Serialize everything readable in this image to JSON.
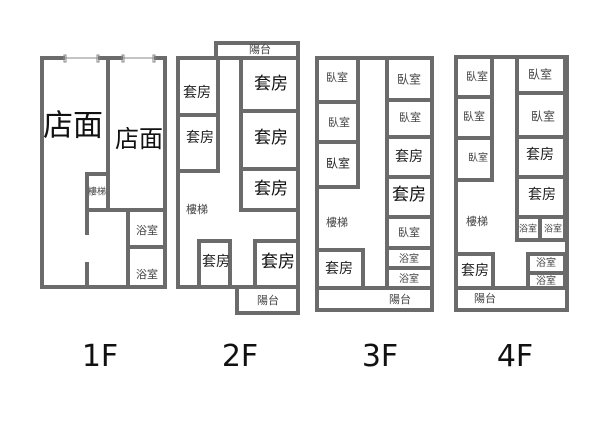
{
  "floors": [
    {
      "label": "1F",
      "rooms": [
        "店面",
        "店面",
        "樓梯",
        "浴室",
        "浴室"
      ]
    },
    {
      "label": "2F",
      "rooms": [
        "陽台",
        "套房",
        "套房",
        "套房",
        "套房",
        "套房",
        "樓梯",
        "套房",
        "套房",
        "陽台"
      ]
    },
    {
      "label": "3F",
      "rooms": [
        "臥室",
        "臥室",
        "臥室",
        "臥室",
        "臥室",
        "套房",
        "套房",
        "臥室",
        "浴室",
        "浴室",
        "樓梯",
        "套房",
        "陽台"
      ]
    },
    {
      "label": "4F",
      "rooms": [
        "臥室",
        "臥室",
        "臥室",
        "臥室",
        "臥室",
        "套房",
        "套房",
        "浴室",
        "浴室",
        "樓梯",
        "浴室",
        "浴室",
        "套房",
        "陽台"
      ]
    }
  ],
  "colors": {
    "wall": "#6b6b6b"
  }
}
